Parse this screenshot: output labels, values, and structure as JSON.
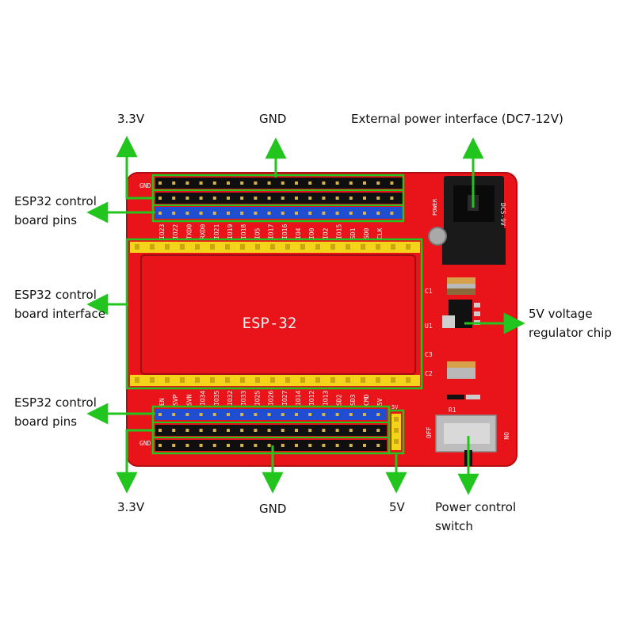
{
  "labels": {
    "top_3v3": "3.3V",
    "top_gnd": "GND",
    "ext_power": "External power interface (DC7-12V)",
    "pins_top": "ESP32 control\nboard pins",
    "interface": "ESP32 control\nboard interface",
    "regulator": "5V voltage\nregulator chip",
    "pins_bottom": "ESP32 control\nboard pins",
    "bottom_3v3": "3.3V",
    "bottom_gnd": "GND",
    "bottom_5v": "5V",
    "switch": "Power control\nswitch"
  },
  "silkscreen": {
    "module": "ESP-32",
    "gnd": "GND",
    "power": "POWER",
    "dc": "DC5-9V",
    "off": "OFF",
    "on": "ON",
    "v5": "5V",
    "clk": "CLK",
    "c1": "C1",
    "c2": "C2",
    "c3": "C3",
    "u1": "U1",
    "r1": "R1",
    "top_pins": [
      "IO23",
      "IO22",
      "TXD0",
      "RXD0",
      "IO21",
      "IO19",
      "IO18",
      "IO5",
      "IO17",
      "IO16",
      "IO4",
      "IO0",
      "IO2",
      "IO15",
      "SD1",
      "SD0",
      "CLK"
    ],
    "bottom_pins": [
      "EN",
      "SVP",
      "SVN",
      "IO34",
      "IO35",
      "IO32",
      "IO33",
      "IO25",
      "IO26",
      "IO27",
      "IO14",
      "IO12",
      "IO13",
      "SD2",
      "SD3",
      "CMD",
      "5V"
    ]
  },
  "colors": {
    "board": "#e8141a",
    "callout": "#22c51e",
    "header_black": "#101010",
    "header_blue": "#1f4fd0",
    "header_yellow": "#f3d41a"
  }
}
